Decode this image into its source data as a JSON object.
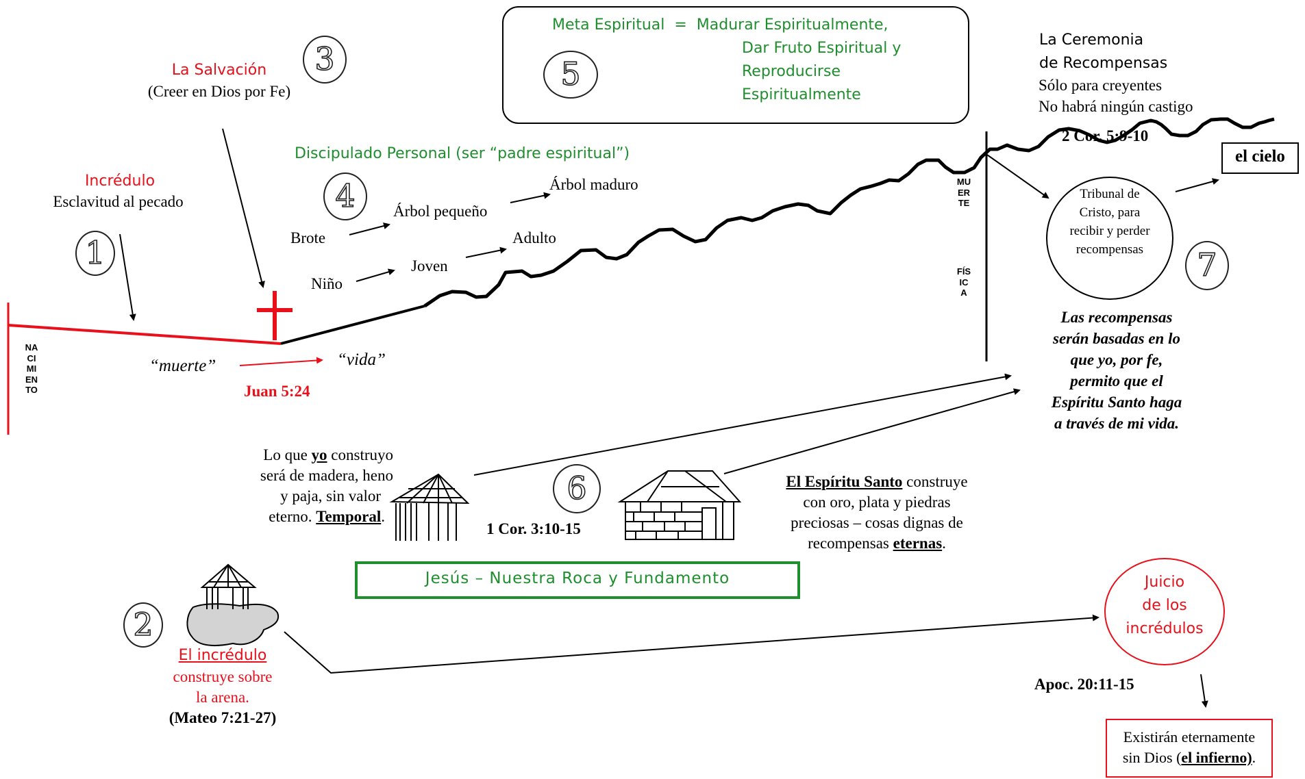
{
  "labels": {
    "nacimiento": "NACIMIENTO",
    "muerte_fisica_1": "MUERTE",
    "muerte_fisica_2": "FÍSICA",
    "incredulo": "Incrédulo",
    "esclavitud": "Esclavitud al pecado",
    "salvacion": "La Salvación",
    "creer": "(Creer en Dios por Fe)",
    "discipulado": "Discipulado Personal (ser “padre espiritual”)",
    "brote": "Brote",
    "arbol_pequeno": "Árbol pequeño",
    "arbol_maduro": "Árbol maduro",
    "nino": "Niño",
    "joven": "Joven",
    "adulto": "Adulto",
    "muerte_q": "“muerte”",
    "vida_q": "“vida”",
    "juan": "Juan 5:24",
    "meta_1": "Meta Espiritual  =  Madurar Espiritualmente,",
    "meta_2": "Dar Fruto Espiritual y",
    "meta_3": "Reproducirse",
    "meta_4": "Espiritualmente",
    "ceremonia_1": "La Ceremonia",
    "ceremonia_2": "de Recompensas",
    "ceremonia_3": "Sólo para creyentes",
    "ceremonia_4": "No habrá ningún castigo",
    "cor5": "2 Cor. 5:9-10",
    "cielo": "el cielo",
    "tribunal": "Tribunal de Cristo, para recibir y perder recompensas",
    "recompensas_1": "Las recompensas",
    "recompensas_2": "serán basadas en lo",
    "recompensas_3": "que yo, por fe,",
    "recompensas_4": "permito que el",
    "recompensas_5": "Espíritu Santo haga",
    "recompensas_6": "a través de mi vida.",
    "yo_1a": "Lo que ",
    "yo_1b": "yo",
    "yo_1c": " construyo",
    "yo_2": "será de madera, heno",
    "yo_3": "y paja, sin valor",
    "yo_4a": "eterno. ",
    "yo_4b": "Temporal",
    "yo_4c": ".",
    "cor3": "1 Cor. 3:10-15",
    "es_1a": "El Espíritu Santo",
    "es_1b": " construye",
    "es_2": "con oro, plata y piedras",
    "es_3": "preciosas – cosas dignas de",
    "es_4a": "recompensas ",
    "es_4b": "eternas",
    "es_4c": ".",
    "jesus": "Jesús – Nuestra Roca y Fundamento",
    "incr_1": "El incrédulo",
    "incr_2": "construye sobre",
    "incr_3": "la arena.",
    "mateo": "(Mateo 7:21-27)",
    "juicio_1": "Juicio",
    "juicio_2": "de los",
    "juicio_3": "incrédulos",
    "apoc": "Apoc. 20:11-15",
    "exist_1": "Existirán eternamente",
    "exist_2a": "sin Dios (",
    "exist_2b": "el infierno)",
    "exist_2c": "."
  },
  "badges": {
    "b1": "1",
    "b2": "2",
    "b3": "3",
    "b4": "4",
    "b5": "5",
    "b6": "6",
    "b7": "7"
  },
  "colors": {
    "red": "#e8101a",
    "green": "#1f8f2e",
    "black": "#000000"
  }
}
